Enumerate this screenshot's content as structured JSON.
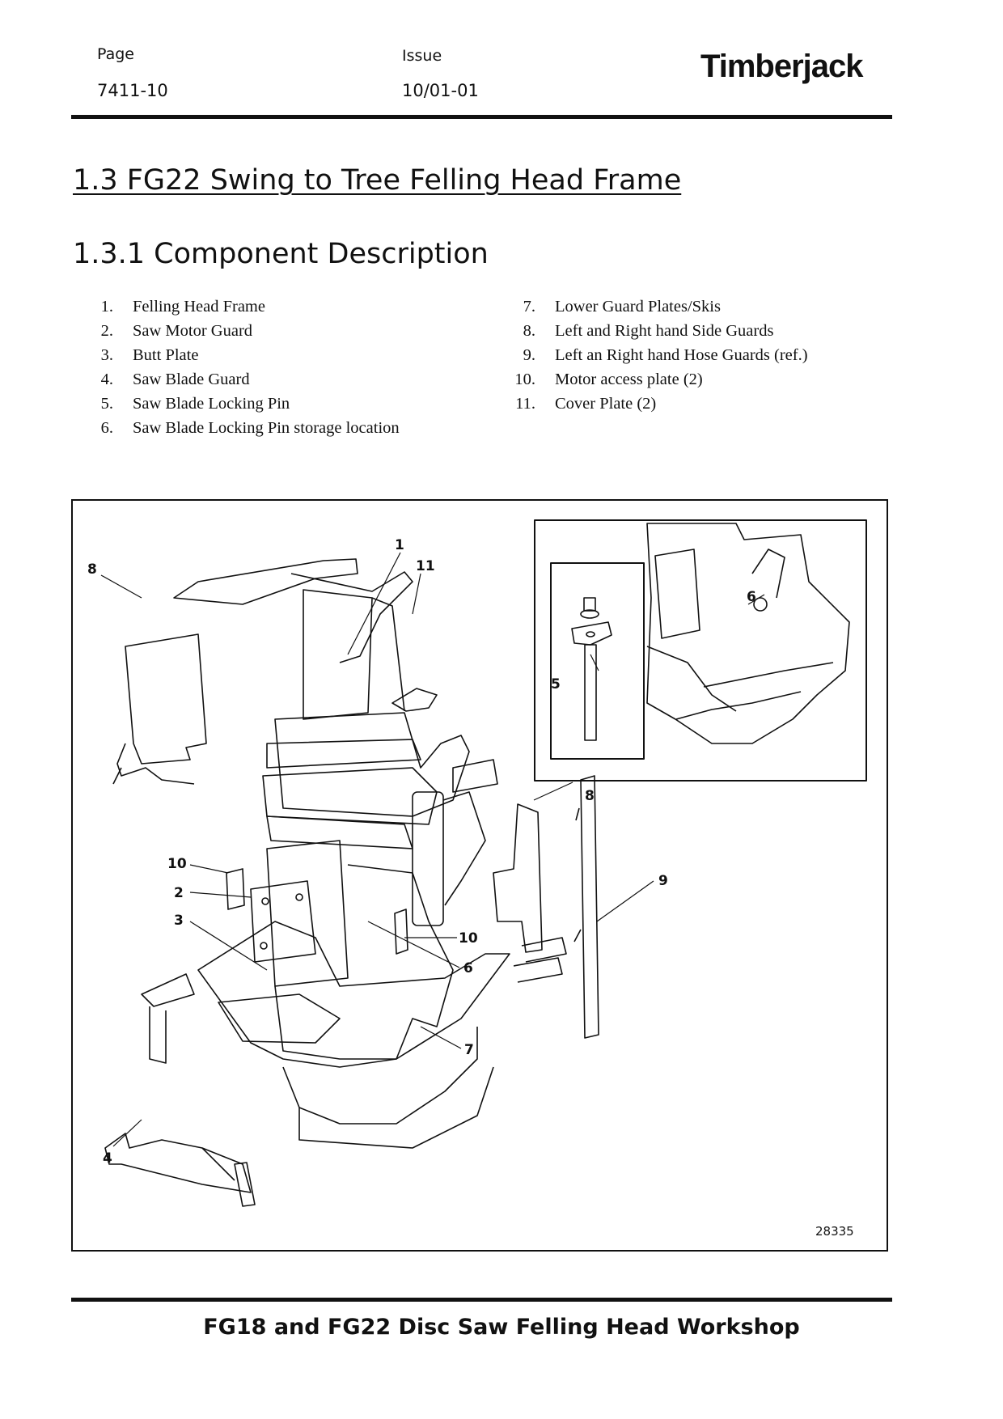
{
  "header": {
    "page_label": "Page",
    "page_value": "7411-10",
    "issue_label": "Issue",
    "issue_value": "10/01-01",
    "brand": "Timberjack"
  },
  "section_title": "1.3  FG22 Swing to Tree Felling Head Frame",
  "subsection_title": "1.3.1  Component Description",
  "components_left": [
    {
      "num": "1.",
      "text": "Felling Head Frame"
    },
    {
      "num": "2.",
      "text": "Saw Motor Guard"
    },
    {
      "num": "3.",
      "text": "Butt Plate"
    },
    {
      "num": "4.",
      "text": "Saw Blade Guard"
    },
    {
      "num": "5.",
      "text": "Saw Blade Locking Pin"
    },
    {
      "num": "6.",
      "text": "Saw Blade Locking Pin storage location"
    }
  ],
  "components_right": [
    {
      "num": "7.",
      "text": "Lower Guard Plates/Skis"
    },
    {
      "num": "8.",
      "text": "Left and Right hand Side Guards"
    },
    {
      "num": "9.",
      "text": "Left  an Right hand Hose Guards (ref.)"
    },
    {
      "num": "10.",
      "text": "Motor access plate (2)"
    },
    {
      "num": "11.",
      "text": "Cover Plate (2)"
    }
  ],
  "figure": {
    "callouts": [
      "1",
      "11",
      "8",
      "6",
      "5",
      "8",
      "9",
      "10",
      "2",
      "3",
      "10",
      "6",
      "7",
      "4"
    ],
    "figure_id": "28335"
  },
  "footer": "FG18 and FG22 Disc Saw Felling Head Workshop"
}
